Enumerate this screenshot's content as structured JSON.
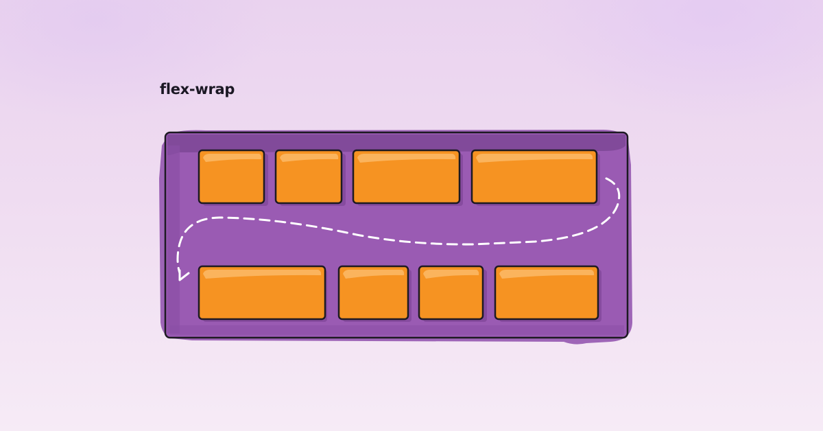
{
  "title": "flex-wrap",
  "colors": {
    "background_top": "#ead3ef",
    "background_bottom": "#f6ebf6",
    "container_fill": "#9a5bb3",
    "container_band": "#7d4895",
    "container_shadow": "#8e4fac",
    "item_fill": "#f69322",
    "item_highlight": "#fbb45d",
    "outline": "#1d1a22",
    "arrow": "#ffffff"
  },
  "rows": [
    {
      "items": [
        "item-1",
        "item-2",
        "item-3",
        "item-4"
      ]
    },
    {
      "items": [
        "item-5",
        "item-6",
        "item-7",
        "item-8"
      ]
    }
  ],
  "icons": {
    "wrap_arrow": "dashed-curved-arrow-icon"
  }
}
